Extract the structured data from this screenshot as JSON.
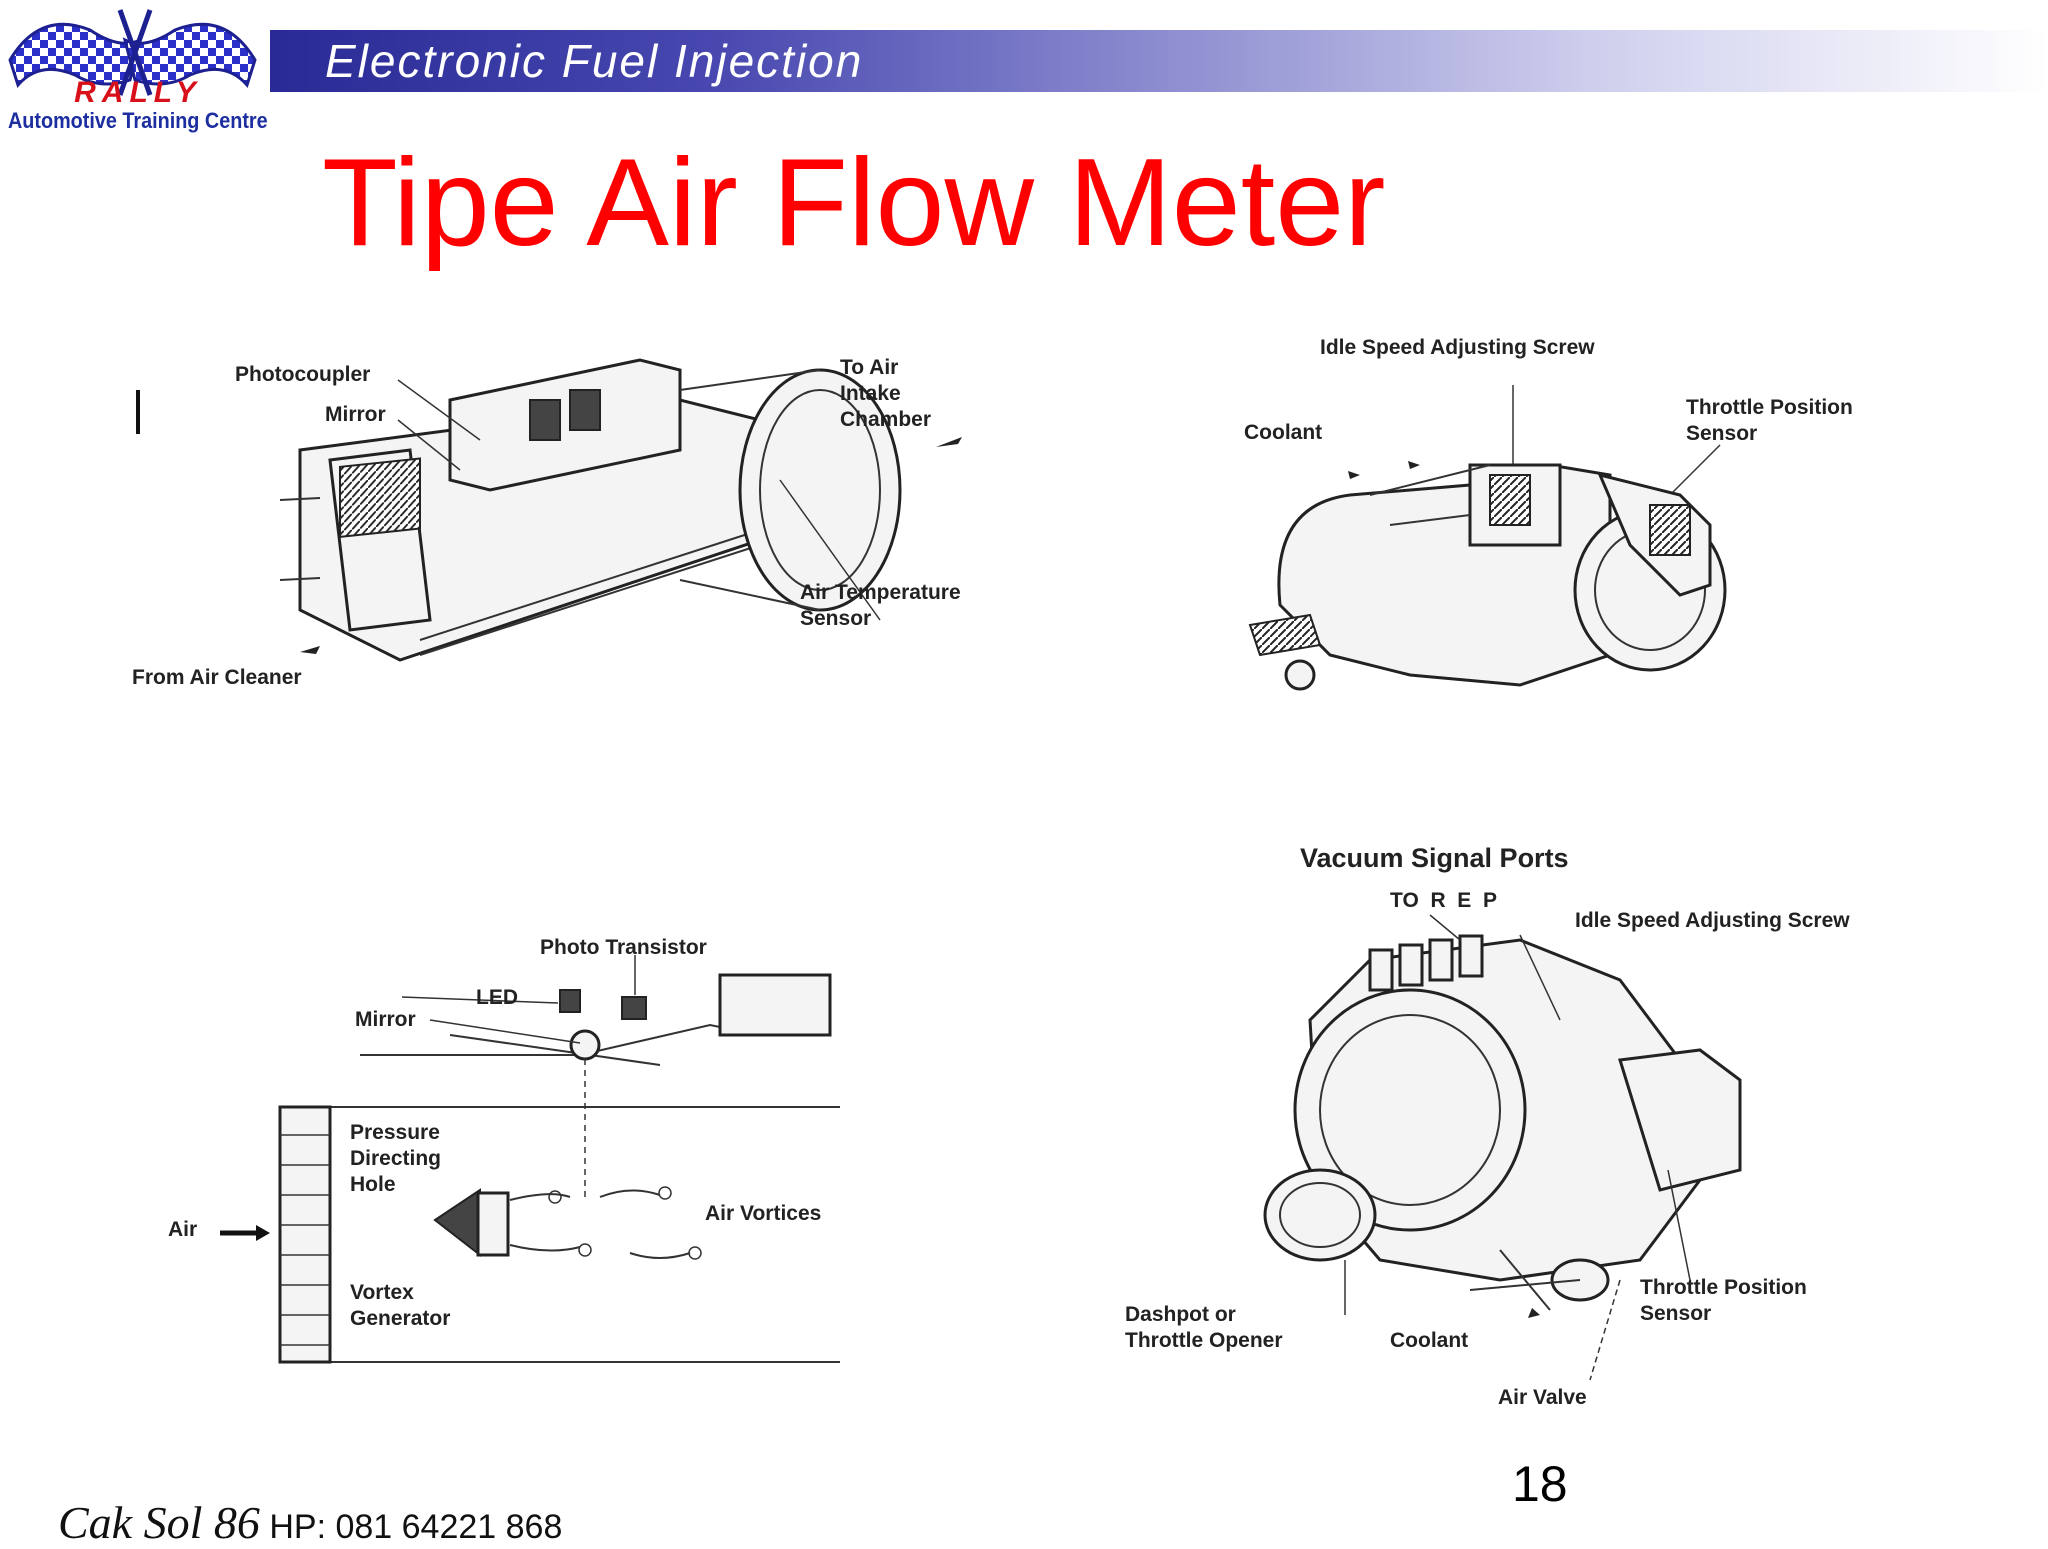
{
  "header": {
    "title": "Electronic Fuel Injection",
    "logo_text": "RALLY",
    "logo_subtext": "Automotive Training Centre",
    "brand_colors": {
      "bar_dark": "#2a2a96",
      "bar_light": "#ffffff",
      "rally_red": "#d8101a",
      "flag_blue": "#2b30c8"
    }
  },
  "slide": {
    "title": "Tipe Air Flow Meter",
    "title_color": "#ff0000",
    "page_number": "18"
  },
  "diagrams": {
    "top_left": {
      "photocoupler": "Photocoupler",
      "mirror": "Mirror",
      "to_air_intake": "To Air\nIntake\nChamber",
      "air_temp_sensor": "Air Temperature\nSensor",
      "from_air_cleaner": "From Air Cleaner"
    },
    "top_right": {
      "idle_speed": "Idle Speed Adjusting Screw",
      "coolant": "Coolant",
      "throttle_position": "Throttle Position\nSensor"
    },
    "bottom_left": {
      "photo_transistor": "Photo Transistor",
      "led": "LED",
      "mirror": "Mirror",
      "pressure_hole": "Pressure\nDirecting\nHole",
      "air": "Air",
      "air_vortices": "Air Vortices",
      "vortex_generator": "Vortex\nGenerator"
    },
    "bottom_right": {
      "vacuum_ports": "Vacuum Signal Ports",
      "port_letters": "TO  R  E  P",
      "idle_speed": "Idle Speed Adjusting Screw",
      "throttle_position": "Throttle Position\nSensor",
      "dashpot": "Dashpot or\nThrottle Opener",
      "coolant": "Coolant",
      "air_valve": "Air Valve"
    }
  },
  "footer": {
    "signature": "Cak Sol 86",
    "contact": " HP: 081 64221 868"
  }
}
